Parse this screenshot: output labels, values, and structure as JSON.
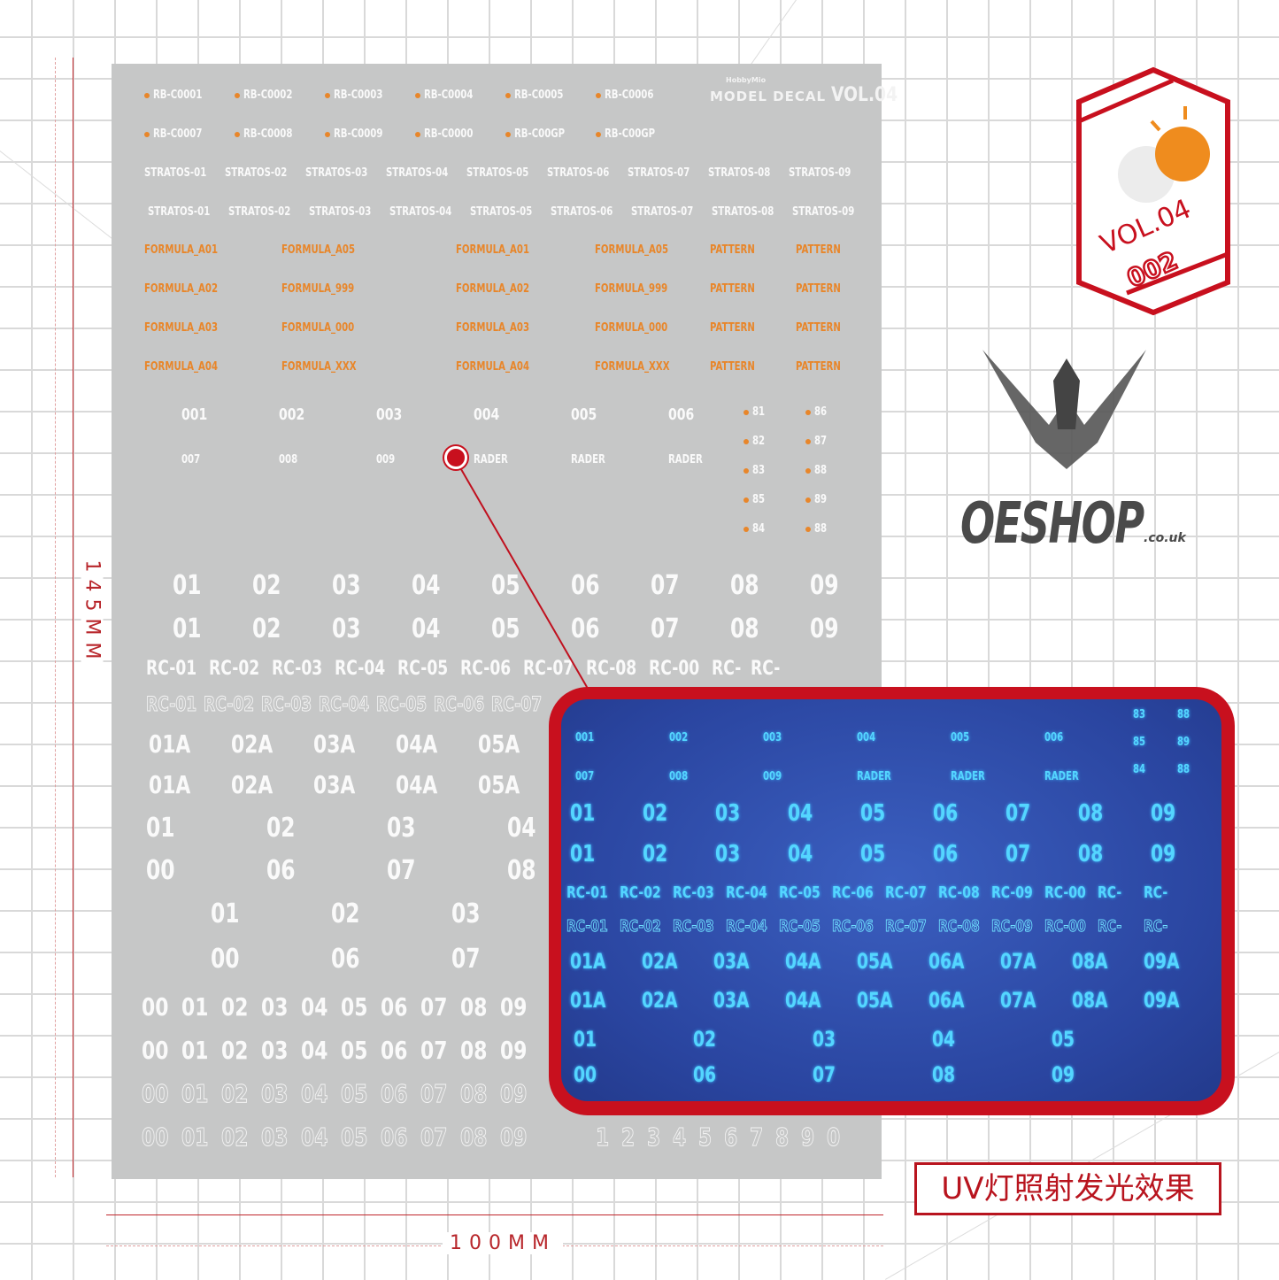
{
  "dimensions": {
    "height_label": "145MM",
    "width_label": "100MM"
  },
  "sheet": {
    "brand": {
      "maker": "HobbyMio",
      "title": "MODEL DECAL",
      "volume": "VOL.04"
    },
    "rb_row1": [
      "RB-C0001",
      "RB-C0002",
      "RB-C0003",
      "RB-C0004",
      "RB-C0005",
      "RB-C0006"
    ],
    "rb_row2": [
      "RB-C0007",
      "RB-C0008",
      "RB-C0009",
      "RB-C0000",
      "RB-C00GP",
      "RB-C00GP"
    ],
    "stratos_row1": [
      "STRATOS-01",
      "STRATOS-02",
      "STRATOS-03",
      "STRATOS-04",
      "STRATOS-05",
      "STRATOS-06",
      "STRATOS-07",
      "STRATOS-08",
      "STRATOS-09"
    ],
    "stratos_row2": [
      "STRATOS-01",
      "STRATOS-02",
      "STRATOS-03",
      "STRATOS-04",
      "STRATOS-05",
      "STRATOS-06",
      "STRATOS-07",
      "STRATOS-08",
      "STRATOS-09"
    ],
    "formula_row1": [
      "FORMULA_A01",
      "FORMULA_A05",
      "FORMULA_A01",
      "FORMULA_A05",
      "PATTERN",
      "PATTERN"
    ],
    "formula_row2": [
      "FORMULA_A02",
      "FORMULA_999",
      "FORMULA_A02",
      "FORMULA_999",
      "PATTERN",
      "PATTERN"
    ],
    "formula_row3": [
      "FORMULA_A03",
      "FORMULA_000",
      "FORMULA_A03",
      "FORMULA_000",
      "PATTERN",
      "PATTERN"
    ],
    "formula_row4": [
      "FORMULA_A04",
      "FORMULA_XXX",
      "FORMULA_A04",
      "FORMULA_XXX",
      "PATTERN",
      "PATTERN"
    ],
    "code_row1": [
      "001",
      "002",
      "003",
      "004",
      "005",
      "006"
    ],
    "code_row2": [
      "007",
      "008",
      "009",
      "RADER",
      "RADER",
      "RADER"
    ],
    "side_codes": [
      "81",
      "86",
      "82",
      "87",
      "83",
      "88",
      "85",
      "89",
      "84",
      "88"
    ],
    "num_row1": [
      "01",
      "02",
      "03",
      "04",
      "05",
      "06",
      "07",
      "08",
      "09"
    ],
    "num_row2": [
      "01",
      "02",
      "03",
      "04",
      "05",
      "06",
      "07",
      "08",
      "09"
    ],
    "rc_row": [
      "RC-01",
      "RC-02",
      "RC-03",
      "RC-04",
      "RC-05",
      "RC-06",
      "RC-07",
      "RC-08",
      "RC-00",
      "RC-",
      "RC-"
    ],
    "rc_outline_row": [
      "RC-01",
      "RC-02",
      "RC-03",
      "RC-04",
      "RC-05",
      "RC-06",
      "RC-07"
    ],
    "a_row1": [
      "01A",
      "02A",
      "03A",
      "04A",
      "05A"
    ],
    "a_row2": [
      "01A",
      "02A",
      "03A",
      "04A",
      "05A"
    ],
    "big_row1": [
      "01",
      "02",
      "03",
      "04"
    ],
    "big_row2": [
      "00",
      "06",
      "07",
      "08"
    ],
    "right_row1": [
      "01",
      "02",
      "03"
    ],
    "right_row2": [
      "00",
      "06",
      "07"
    ],
    "digit_row1": [
      "00",
      "01",
      "02",
      "03",
      "04",
      "05",
      "06",
      "07",
      "08",
      "09"
    ],
    "digit_row2": [
      "00",
      "01",
      "02",
      "03",
      "04",
      "05",
      "06",
      "07",
      "08",
      "09"
    ],
    "digit_row3": [
      "00",
      "01",
      "02",
      "03",
      "04",
      "05",
      "06",
      "07",
      "08",
      "09"
    ],
    "digit_row4": [
      "00",
      "01",
      "02",
      "03",
      "04",
      "05",
      "06",
      "07",
      "08",
      "09"
    ],
    "single_digits": [
      "1",
      "2",
      "3",
      "4",
      "5",
      "6",
      "7",
      "8",
      "9",
      "0"
    ]
  },
  "watermark": {
    "name": "OESHOP",
    "suffix": ".co.uk"
  },
  "uv_panel": {
    "code_row1": [
      "001",
      "002",
      "003",
      "004",
      "005",
      "006"
    ],
    "code_row2": [
      "007",
      "008",
      "009",
      "RADER",
      "RADER",
      "RADER"
    ],
    "side_codes": [
      "83",
      "88",
      "85",
      "89",
      "84",
      "88"
    ],
    "num_row1": [
      "01",
      "02",
      "03",
      "04",
      "05",
      "06",
      "07",
      "08",
      "09"
    ],
    "num_row2": [
      "01",
      "02",
      "03",
      "04",
      "05",
      "06",
      "07",
      "08",
      "09"
    ],
    "rc_row": [
      "RC-01",
      "RC-02",
      "RC-03",
      "RC-04",
      "RC-05",
      "RC-06",
      "RC-07",
      "RC-08",
      "RC-09",
      "RC-00",
      "RC-",
      "RC-"
    ],
    "rc_outline_row": [
      "RC-01",
      "RC-02",
      "RC-03",
      "RC-04",
      "RC-05",
      "RC-06",
      "RC-07",
      "RC-08",
      "RC-09",
      "RC-00",
      "RC-",
      "RC-"
    ],
    "a_row1": [
      "01A",
      "02A",
      "03A",
      "04A",
      "05A",
      "06A",
      "07A",
      "08A",
      "09A"
    ],
    "a_row2": [
      "01A",
      "02A",
      "03A",
      "04A",
      "05A",
      "06A",
      "07A",
      "08A",
      "09A"
    ],
    "big_row1": [
      "01",
      "02",
      "03",
      "04",
      "05"
    ],
    "big_row2": [
      "00",
      "06",
      "07",
      "08",
      "09"
    ]
  },
  "badge": {
    "volume": "VOL.04",
    "number": "002"
  },
  "uv_label": "UV灯照射发光效果",
  "colors": {
    "accent_red": "#c8101e",
    "decal_orange": "#e8862a",
    "sheet_gray": "#c6c7c7",
    "uv_blue": "#2f4fae",
    "glow_cyan": "#54d6ff"
  }
}
